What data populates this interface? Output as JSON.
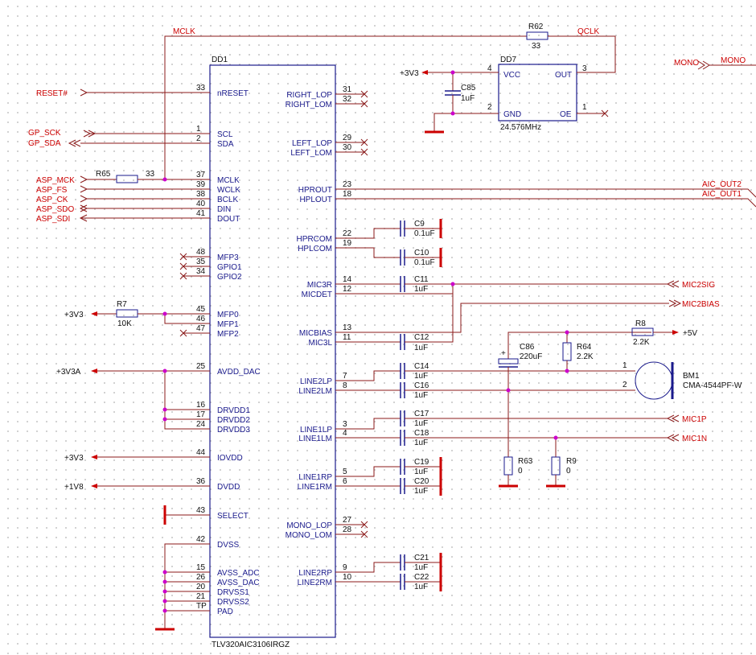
{
  "chip": {
    "ref": "DD1",
    "part": "TLV320AIC3106IRGZ",
    "left_pins": [
      {
        "num": "33",
        "name": "nRESET"
      },
      {
        "num": "1",
        "name": "SCL"
      },
      {
        "num": "2",
        "name": "SDA"
      },
      {
        "num": "37",
        "name": "MCLK"
      },
      {
        "num": "39",
        "name": "WCLK"
      },
      {
        "num": "38",
        "name": "BCLK"
      },
      {
        "num": "40",
        "name": "DIN"
      },
      {
        "num": "41",
        "name": "DOUT"
      },
      {
        "num": "48",
        "name": "MFP3"
      },
      {
        "num": "35",
        "name": "GPIO1"
      },
      {
        "num": "34",
        "name": "GPIO2"
      },
      {
        "num": "45",
        "name": "MFP0"
      },
      {
        "num": "46",
        "name": "MFP1"
      },
      {
        "num": "47",
        "name": "MFP2"
      },
      {
        "num": "25",
        "name": "AVDD_DAC"
      },
      {
        "num": "16",
        "name": "DRVDD1"
      },
      {
        "num": "17",
        "name": "DRVDD2"
      },
      {
        "num": "24",
        "name": "DRVDD3"
      },
      {
        "num": "44",
        "name": "IOVDD"
      },
      {
        "num": "36",
        "name": "DVDD"
      },
      {
        "num": "43",
        "name": "SELECT"
      },
      {
        "num": "42",
        "name": "DVSS"
      },
      {
        "num": "15",
        "name": "AVSS_ADC"
      },
      {
        "num": "26",
        "name": "AVSS_DAC"
      },
      {
        "num": "20",
        "name": "DRVSS1"
      },
      {
        "num": "21",
        "name": "DRVSS2"
      },
      {
        "num": "TP",
        "name": "PAD"
      }
    ],
    "right_pins": [
      {
        "num": "31",
        "name": "RIGHT_LOP"
      },
      {
        "num": "32",
        "name": "RIGHT_LOM"
      },
      {
        "num": "29",
        "name": "LEFT_LOP"
      },
      {
        "num": "30",
        "name": "LEFT_LOM"
      },
      {
        "num": "23",
        "name": "HPROUT"
      },
      {
        "num": "18",
        "name": "HPLOUT"
      },
      {
        "num": "22",
        "name": "HPRCOM"
      },
      {
        "num": "19",
        "name": "HPLCOM"
      },
      {
        "num": "14",
        "name": "MIC3R"
      },
      {
        "num": "12",
        "name": "MICDET"
      },
      {
        "num": "13",
        "name": "MICBIAS"
      },
      {
        "num": "11",
        "name": "MIC3L"
      },
      {
        "num": "7",
        "name": "LINE2LP"
      },
      {
        "num": "8",
        "name": "LINE2LM"
      },
      {
        "num": "3",
        "name": "LINE1LP"
      },
      {
        "num": "4",
        "name": "LINE1LM"
      },
      {
        "num": "5",
        "name": "LINE1RP"
      },
      {
        "num": "6",
        "name": "LINE1RM"
      },
      {
        "num": "27",
        "name": "MONO_LOP"
      },
      {
        "num": "28",
        "name": "MONO_LOM"
      },
      {
        "num": "9",
        "name": "LINE2RP"
      },
      {
        "num": "10",
        "name": "LINE2RM"
      }
    ]
  },
  "nets": {
    "mclk": "MCLK",
    "qclk": "QCLK",
    "mono_in": "MONO",
    "mono_out": "MONO",
    "reset": "RESET#",
    "gp_sck": "GP_SCK",
    "gp_sda": "GP_SDA",
    "asp_mck": "ASP_MCK",
    "asp_fs": "ASP_FS",
    "asp_ck": "ASP_CK",
    "asp_sdo": "ASP_SDO",
    "asp_sdi": "ASP_SDI",
    "v3v3_a": "+3V3",
    "v3v3_b": "+3V3",
    "v3v3_c": "+3V3",
    "v3v3a": "+3V3A",
    "v1v8": "+1V8",
    "v5": "+5V",
    "aic_out2": "AIC_OUT2",
    "aic_out1": "AIC_OUT1",
    "mic2sig": "MIC2SIG",
    "mic2bias": "MIC2BIAS",
    "mic1p": "MIC1P",
    "mic1n": "MIC1N"
  },
  "oscillator": {
    "ref": "DD7",
    "freq": "24.576MHz",
    "vcc": "VCC",
    "gnd": "GND",
    "out": "OUT",
    "oe": "OE",
    "pin_vcc": "4",
    "pin_gnd": "2",
    "pin_out": "3",
    "pin_oe": "1"
  },
  "components": {
    "r62": {
      "ref": "R62",
      "value": "33"
    },
    "r65": {
      "ref": "R65",
      "value": "33"
    },
    "r7": {
      "ref": "R7",
      "value": "10K"
    },
    "r8": {
      "ref": "R8",
      "value": "2.2K"
    },
    "r64": {
      "ref": "R64",
      "value": "2.2K"
    },
    "r63": {
      "ref": "R63",
      "value": "0"
    },
    "r9": {
      "ref": "R9",
      "value": "0"
    },
    "c85": {
      "ref": "C85",
      "value": "1uF"
    },
    "c86": {
      "ref": "C86",
      "value": "220uF"
    },
    "c9": {
      "ref": "C9",
      "value": "0.1uF"
    },
    "c10": {
      "ref": "C10",
      "value": "0.1uF"
    },
    "c11": {
      "ref": "C11",
      "value": "1uF"
    },
    "c12": {
      "ref": "C12",
      "value": "1uF"
    },
    "c14": {
      "ref": "C14",
      "value": "1uF"
    },
    "c16": {
      "ref": "C16",
      "value": "1uF"
    },
    "c17": {
      "ref": "C17",
      "value": "1uF"
    },
    "c18": {
      "ref": "C18",
      "value": "1uF"
    },
    "c19": {
      "ref": "C19",
      "value": "1uF"
    },
    "c20": {
      "ref": "C20",
      "value": "1uF"
    },
    "c21": {
      "ref": "C21",
      "value": "1uF"
    },
    "c22": {
      "ref": "C22",
      "value": "1uF"
    },
    "bm1": {
      "ref": "BM1",
      "part": "CMA-4544PF-W",
      "pin1": "1",
      "pin2": "2"
    }
  },
  "colors": {
    "chip_outline": "#1a1a8c",
    "wire": "#8b1a1a",
    "net_label": "#cc0000",
    "junction": "#cc00cc"
  }
}
